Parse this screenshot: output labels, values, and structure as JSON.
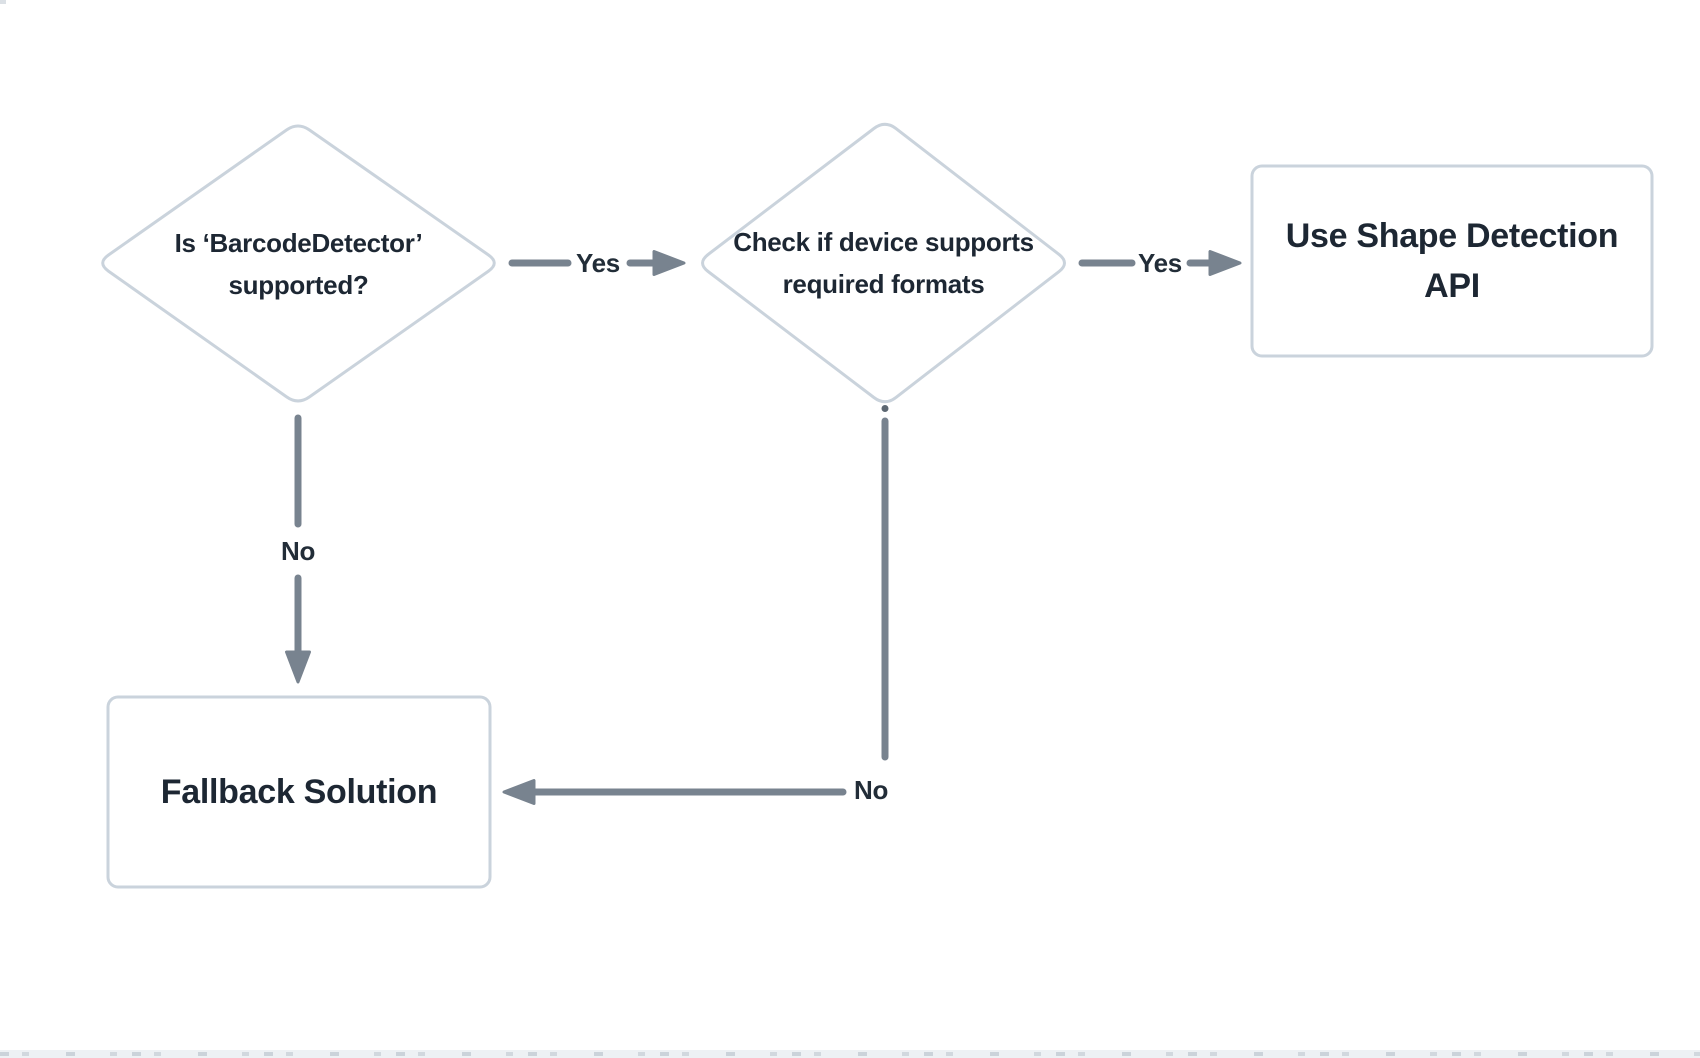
{
  "diagram": {
    "kind": "flowchart",
    "colors": {
      "background": "#ffffff",
      "shape_border": "#cad3dc",
      "shape_fill": "#ffffff",
      "connector": "#78838f",
      "text": "#1d2733"
    },
    "nodes": {
      "decision1": {
        "type": "decision",
        "lines": [
          "Is ‘BarcodeDetector’",
          "supported?"
        ]
      },
      "decision2": {
        "type": "decision",
        "lines": [
          "Check if device supports",
          "required formats"
        ]
      },
      "use_api": {
        "type": "process",
        "lines": [
          "Use Shape Detection",
          "API"
        ]
      },
      "fallback": {
        "type": "process",
        "lines": [
          "Fallback Solution"
        ]
      }
    },
    "edges": [
      {
        "from": "decision1",
        "to": "decision2",
        "label": "Yes"
      },
      {
        "from": "decision2",
        "to": "use_api",
        "label": "Yes"
      },
      {
        "from": "decision1",
        "to": "fallback",
        "label": "No"
      },
      {
        "from": "decision2",
        "to": "fallback",
        "label": "No"
      }
    ]
  }
}
